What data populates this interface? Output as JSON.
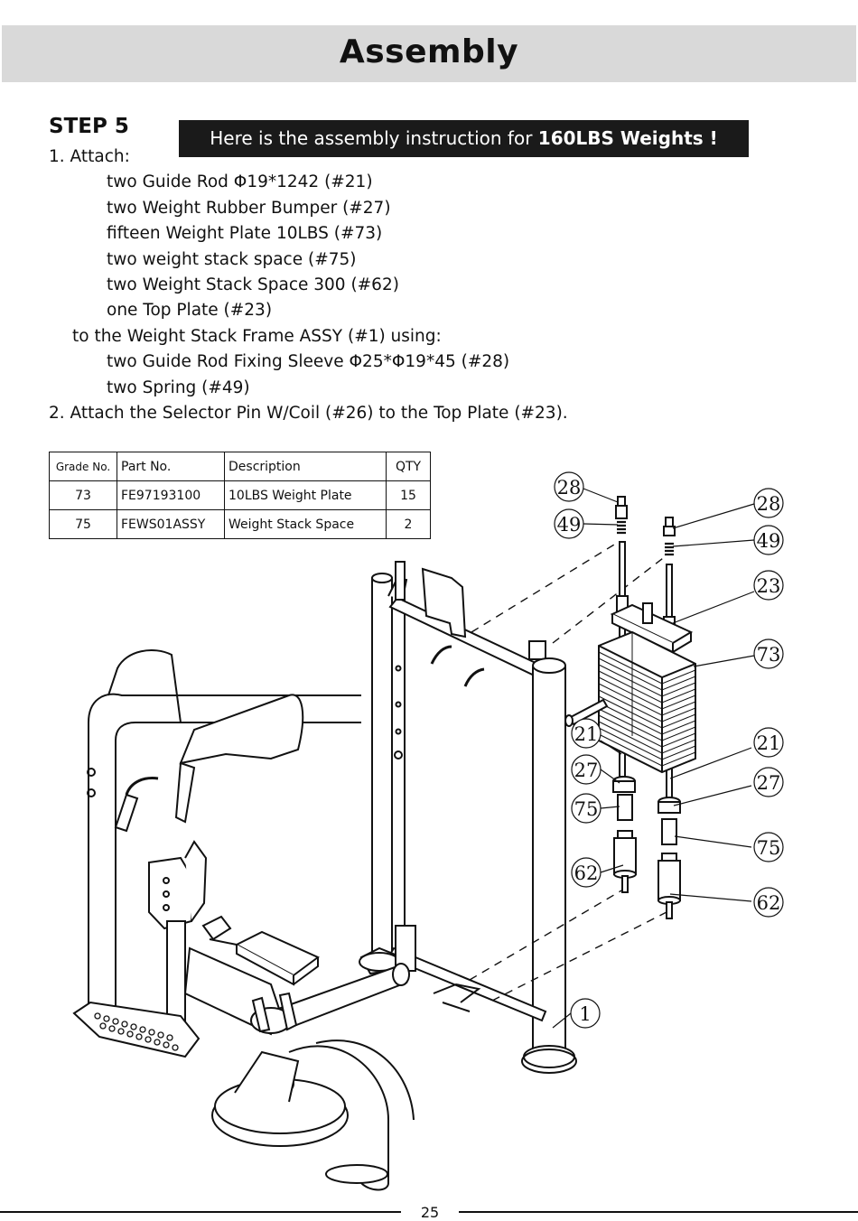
{
  "header": {
    "title": "Assembly"
  },
  "step": {
    "title": "STEP 5",
    "notice_prefix": "Here is the assembly instruction for ",
    "notice_bold": "160LBS Weights !"
  },
  "instructions": [
    {
      "level": 0,
      "text": "1. Attach:"
    },
    {
      "level": 2,
      "text": "two Guide Rod Φ19*1242 (#21)"
    },
    {
      "level": 2,
      "text": "two Weight Rubber Bumper (#27)"
    },
    {
      "level": 2,
      "text": "fifteen Weight Plate 10LBS (#73)"
    },
    {
      "level": 2,
      "text": "two weight stack space (#75)"
    },
    {
      "level": 2,
      "text": "two Weight Stack Space 300 (#62)"
    },
    {
      "level": 2,
      "text": "one Top Plate (#23)"
    },
    {
      "level": 1,
      "text": "to the Weight Stack Frame ASSY (#1) using:"
    },
    {
      "level": 2,
      "text": "two Guide Rod Fixing Sleeve Φ25*Φ19*45 (#28)"
    },
    {
      "level": 2,
      "text": "two Spring (#49)"
    },
    {
      "level": 0,
      "text": "2. Attach the Selector Pin W/Coil (#26) to the Top Plate (#23)."
    }
  ],
  "parts_table": {
    "headers": [
      "Grade No.",
      "Part No.",
      "Description",
      "QTY"
    ],
    "rows": [
      [
        "73",
        "FE97193100",
        "10LBS Weight Plate",
        "15"
      ],
      [
        "75",
        "FEWS01ASSY",
        "Weight Stack Space",
        "2"
      ]
    ]
  },
  "diagram": {
    "callouts_left": [
      "28",
      "49",
      "21",
      "27",
      "75",
      "62"
    ],
    "callouts_right": [
      "28",
      "49",
      "23",
      "73",
      "21",
      "27",
      "75",
      "62"
    ],
    "callout_frame": "1"
  },
  "footer": {
    "page_number": "25"
  }
}
